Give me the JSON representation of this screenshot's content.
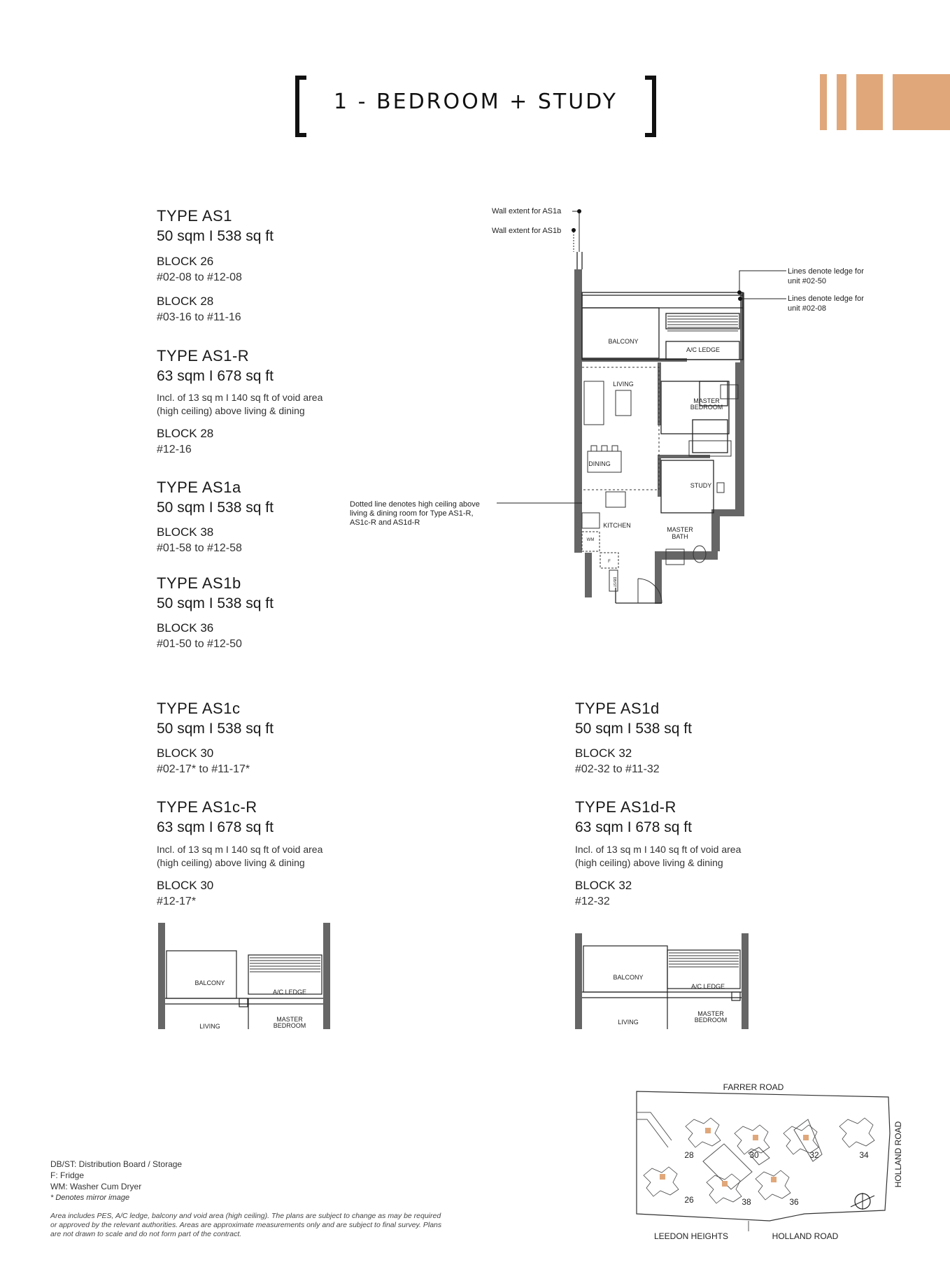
{
  "header": {
    "title": "1 - BEDROOM + STUDY",
    "accent_color": "#e0a77a"
  },
  "types": {
    "as1": {
      "type": "TYPE AS1",
      "area": "50 sqm  I  538 sq ft",
      "blocks": [
        {
          "label": "BLOCK 26",
          "range": "#02-08 to #12-08"
        },
        {
          "label": "BLOCK 28",
          "range": "#03-16 to #11-16"
        }
      ]
    },
    "as1r": {
      "type": "TYPE AS1-R",
      "area": "63 sqm  I  678 sq ft",
      "note": [
        "Incl. of 13 sq m I 140 sq ft of void area",
        "(high ceiling) above living & dining"
      ],
      "blocks": [
        {
          "label": "BLOCK 28",
          "range": "#12-16"
        }
      ]
    },
    "as1a": {
      "type": "TYPE AS1a",
      "area": "50 sqm  I  538 sq ft",
      "blocks": [
        {
          "label": "BLOCK 38",
          "range": "#01-58 to #12-58"
        }
      ]
    },
    "as1b": {
      "type": "TYPE AS1b",
      "area": "50 sqm  I  538 sq ft",
      "blocks": [
        {
          "label": "BLOCK 36",
          "range": "#01-50 to #12-50"
        }
      ]
    },
    "as1c": {
      "type": "TYPE AS1c",
      "area": "50 sqm  I  538 sq ft",
      "blocks": [
        {
          "label": "BLOCK 30",
          "range": "#02-17* to #11-17*"
        }
      ]
    },
    "as1cr": {
      "type": "TYPE AS1c-R",
      "area": "63 sqm  I  678 sq ft",
      "note": [
        "Incl. of 13 sq m I 140 sq ft of void area",
        "(high ceiling) above living & dining"
      ],
      "blocks": [
        {
          "label": "BLOCK 30",
          "range": "#12-17*"
        }
      ]
    },
    "as1d": {
      "type": "TYPE AS1d",
      "area": "50 sqm  I  538 sq ft",
      "blocks": [
        {
          "label": "BLOCK 32",
          "range": "#02-32 to #11-32"
        }
      ]
    },
    "as1dr": {
      "type": "TYPE AS1d-R",
      "area": "63 sqm  I  678 sq ft",
      "note": [
        "Incl. of 13 sq m I 140 sq ft of void area",
        "(high ceiling) above living & dining"
      ],
      "blocks": [
        {
          "label": "BLOCK 32",
          "range": "#12-32"
        }
      ]
    }
  },
  "plan": {
    "callouts": {
      "wall_as1a": "Wall extent for AS1a",
      "wall_as1b": "Wall extent for AS1b",
      "ledge_0250": [
        "Lines denote ledge for",
        "unit #02-50"
      ],
      "ledge_0208": [
        "Lines denote ledge for",
        "unit #02-08"
      ],
      "dotted": [
        "Dotted line denotes high ceiling above",
        "living & dining room for Type AS1-R,",
        "AS1c-R and AS1d-R"
      ]
    },
    "rooms": {
      "balcony": "BALCONY",
      "ac_ledge": "A/C LEDGE",
      "living": "LIVING",
      "master_bedroom": [
        "MASTER",
        "BEDROOM"
      ],
      "dining": "DINING",
      "study": "STUDY",
      "kitchen": "KITCHEN",
      "master_bath": [
        "MASTER",
        "BATH"
      ],
      "wm": "WM",
      "fridge": "F",
      "dbst": "DB/ST"
    }
  },
  "site_map": {
    "roads": {
      "farrer": "FARRER ROAD",
      "holland_side": "HOLLAND ROAD",
      "leedon": "LEEDON HEIGHTS",
      "holland_bottom": "HOLLAND ROAD"
    },
    "blocks": [
      "28",
      "30",
      "32",
      "34",
      "26",
      "38",
      "36"
    ]
  },
  "legend": {
    "lines": [
      "DB/ST: Distribution Board / Storage",
      "F: Fridge",
      "WM: Washer Cum Dryer"
    ],
    "mirror": "* Denotes mirror image"
  },
  "disclaimer": "Area includes PES, A/C ledge, balcony and void area (high ceiling). The plans are subject to change as may be required or approved by the relevant authorities. Areas are approximate measurements only and are subject to final survey. Plans are not drawn to scale and do not form part of the contract."
}
